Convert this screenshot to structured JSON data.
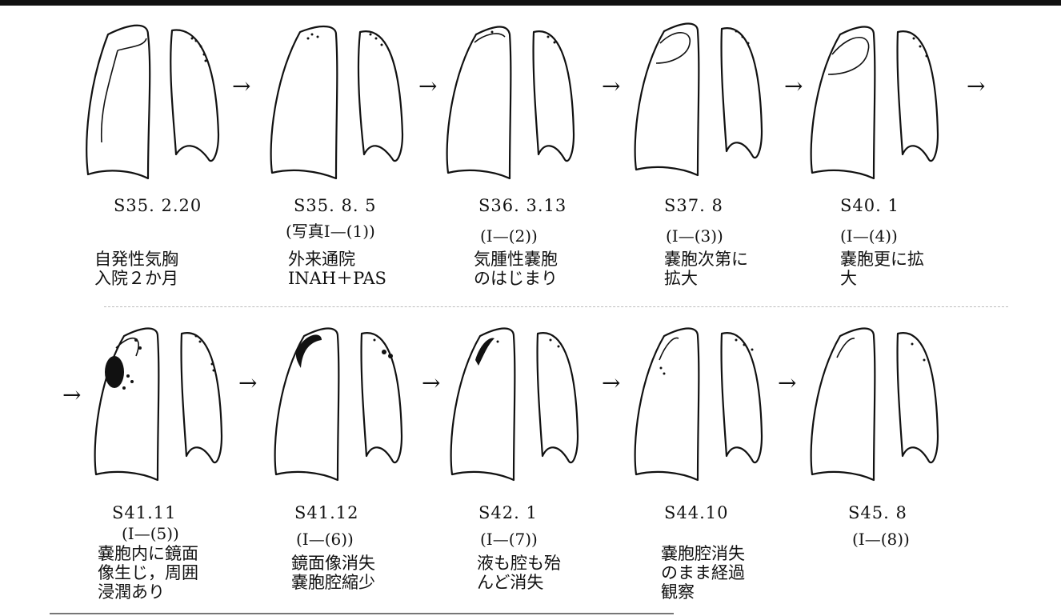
{
  "arrow": "→",
  "row1": [
    {
      "date": "S35. 2.20",
      "sub": "",
      "note": "自発性気胸\n入院２か月"
    },
    {
      "date": "S35. 8. 5",
      "sub": "(写真Ⅰ—(1))",
      "note": "外来通院\nINAH＋PAS"
    },
    {
      "date": "S36. 3.13",
      "sub": "(Ⅰ—(2))",
      "note": "気腫性嚢胞\nのはじまり"
    },
    {
      "date": "S37. 8",
      "sub": "(Ⅰ—(3))",
      "note": "嚢胞次第に\n拡大"
    },
    {
      "date": "S40. 1",
      "sub": "(Ⅰ—(4))",
      "note": "嚢胞更に拡\n大"
    }
  ],
  "row2": [
    {
      "date": "S41.11",
      "sub": "(Ⅰ—(5))",
      "note": "嚢胞内に鏡面\n像生じ，周囲\n浸潤あり"
    },
    {
      "date": "S41.12",
      "sub": "(Ⅰ—(6))",
      "note": "鏡面像消失\n嚢胞腔縮少"
    },
    {
      "date": "S42. 1",
      "sub": "(Ⅰ—(7))",
      "note": "液も腔も殆\nんど消失"
    },
    {
      "date": "S44.10",
      "sub": "",
      "note": "嚢胞腔消失\nのまま経過\n観察"
    },
    {
      "date": "S45. 8",
      "sub": "(Ⅰ—(8))",
      "note": ""
    }
  ]
}
